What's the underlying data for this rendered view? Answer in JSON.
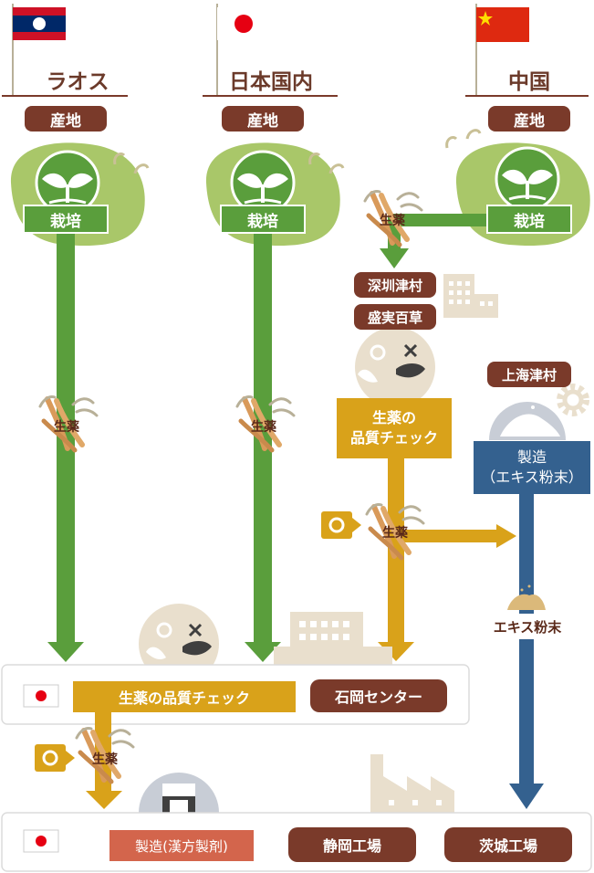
{
  "columns": {
    "laos": {
      "title": "ラオス",
      "origin": "産地",
      "cultivation": "栽培"
    },
    "japan": {
      "title": "日本国内",
      "origin": "産地",
      "cultivation": "栽培"
    },
    "china": {
      "title": "中国",
      "origin": "産地",
      "cultivation": "栽培"
    }
  },
  "herb": "生薬",
  "china_route": {
    "company1": "深圳津村",
    "company2": "盛実百草",
    "quality_check": [
      "生薬の",
      "品質チェック"
    ],
    "shanghai": "上海津村",
    "manufacture": [
      "製造",
      "（エキス粉末）"
    ],
    "extract_powder": "エキス粉末"
  },
  "ishioka": {
    "quality_check": "生薬の品質チェック",
    "center": "石岡センター"
  },
  "factories": {
    "process": "製造(漢方製剤)",
    "shizuoka": "静岡工場",
    "ibaraki": "茨城工場"
  },
  "colors": {
    "green": "#5a9e3c",
    "yellow": "#d9a21a",
    "blue": "#34618f",
    "brown": "#7a3a2a",
    "coral": "#d3654c",
    "beige": "#e9dfcd",
    "lightgreen": "#a9c769",
    "grey": "#d3d3d3"
  }
}
